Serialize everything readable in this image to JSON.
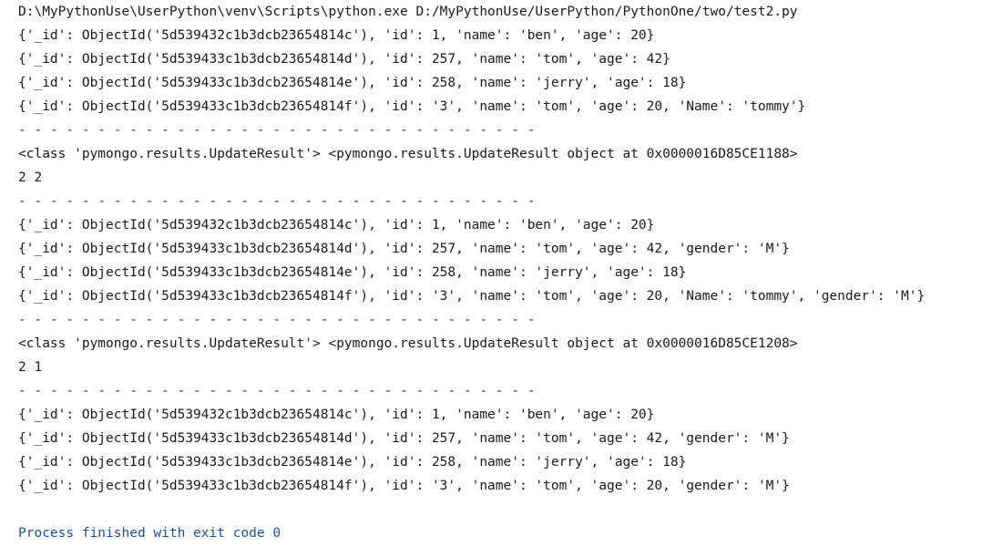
{
  "console": {
    "lines": [
      {
        "kind": "cmd",
        "text": "D:\\MyPythonUse\\UserPython\\venv\\Scripts\\python.exe D:/MyPythonUse/UserPython/PythonOne/two/test2.py"
      },
      {
        "kind": "out",
        "text": "{'_id': ObjectId('5d539432c1b3dcb23654814c'), 'id': 1, 'name': 'ben', 'age': 20}"
      },
      {
        "kind": "out",
        "text": "{'_id': ObjectId('5d539433c1b3dcb23654814d'), 'id': 257, 'name': 'tom', 'age': 42}"
      },
      {
        "kind": "out",
        "text": "{'_id': ObjectId('5d539433c1b3dcb23654814e'), 'id': 258, 'name': 'jerry', 'age': 18}"
      },
      {
        "kind": "out",
        "text": "{'_id': ObjectId('5d539433c1b3dcb23654814f'), 'id': '3', 'name': 'tom', 'age': 20, 'Name': 'tommy'}"
      },
      {
        "kind": "sep",
        "text": "- - - - - - - - - - - - - - - - - - - - - - - - - - - - - - - - -"
      },
      {
        "kind": "out",
        "text": "<class 'pymongo.results.UpdateResult'> <pymongo.results.UpdateResult object at 0x0000016D85CE1188>"
      },
      {
        "kind": "out",
        "text": "2 2"
      },
      {
        "kind": "sep",
        "text": "- - - - - - - - - - - - - - - - - - - - - - - - - - - - - - - - -"
      },
      {
        "kind": "out",
        "text": "{'_id': ObjectId('5d539432c1b3dcb23654814c'), 'id': 1, 'name': 'ben', 'age': 20}"
      },
      {
        "kind": "out",
        "text": "{'_id': ObjectId('5d539433c1b3dcb23654814d'), 'id': 257, 'name': 'tom', 'age': 42, 'gender': 'M'}"
      },
      {
        "kind": "out",
        "text": "{'_id': ObjectId('5d539433c1b3dcb23654814e'), 'id': 258, 'name': 'jerry', 'age': 18}"
      },
      {
        "kind": "out",
        "text": "{'_id': ObjectId('5d539433c1b3dcb23654814f'), 'id': '3', 'name': 'tom', 'age': 20, 'Name': 'tommy', 'gender': 'M'}"
      },
      {
        "kind": "sep",
        "text": "- - - - - - - - - - - - - - - - - - - - - - - - - - - - - - - - -"
      },
      {
        "kind": "out",
        "text": "<class 'pymongo.results.UpdateResult'> <pymongo.results.UpdateResult object at 0x0000016D85CE1208>"
      },
      {
        "kind": "out",
        "text": "2 1"
      },
      {
        "kind": "sep",
        "text": "- - - - - - - - - - - - - - - - - - - - - - - - - - - - - - - - -"
      },
      {
        "kind": "out",
        "text": "{'_id': ObjectId('5d539432c1b3dcb23654814c'), 'id': 1, 'name': 'ben', 'age': 20}"
      },
      {
        "kind": "out",
        "text": "{'_id': ObjectId('5d539433c1b3dcb23654814d'), 'id': 257, 'name': 'tom', 'age': 42, 'gender': 'M'}"
      },
      {
        "kind": "out",
        "text": "{'_id': ObjectId('5d539433c1b3dcb23654814e'), 'id': 258, 'name': 'jerry', 'age': 18}"
      },
      {
        "kind": "out",
        "text": "{'_id': ObjectId('5d539433c1b3dcb23654814f'), 'id': '3', 'name': 'tom', 'age': 20, 'gender': 'M'}"
      },
      {
        "kind": "blank",
        "text": ""
      },
      {
        "kind": "finish",
        "text": "Process finished with exit code 0"
      }
    ]
  },
  "colors": {
    "text": "#1a1a1a",
    "finish": "#1a4fa8",
    "background": "#ffffff"
  }
}
